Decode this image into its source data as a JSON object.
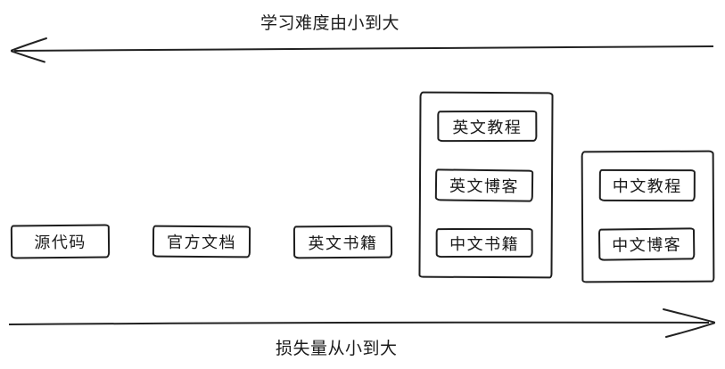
{
  "page": {
    "background_color": "#ffffff",
    "stroke_color": "#222222",
    "text_color": "#1a1a1a"
  },
  "axes": {
    "top": {
      "label": "学习难度由小到大",
      "direction": "left"
    },
    "bottom": {
      "label": "损失量从小到大",
      "direction": "right"
    }
  },
  "standalone_boxes": [
    {
      "id": "source-code",
      "label": "源代码"
    },
    {
      "id": "official-docs",
      "label": "官方文档"
    },
    {
      "id": "english-books",
      "label": "英文书籍"
    }
  ],
  "groups": [
    {
      "id": "english-group",
      "items": [
        {
          "id": "english-tutorials",
          "label": "英文教程"
        },
        {
          "id": "english-blogs",
          "label": "英文博客"
        },
        {
          "id": "chinese-books",
          "label": "中文书籍"
        }
      ]
    },
    {
      "id": "chinese-group",
      "items": [
        {
          "id": "chinese-tutorials",
          "label": "中文教程"
        },
        {
          "id": "chinese-blogs",
          "label": "中文博客"
        }
      ]
    }
  ]
}
